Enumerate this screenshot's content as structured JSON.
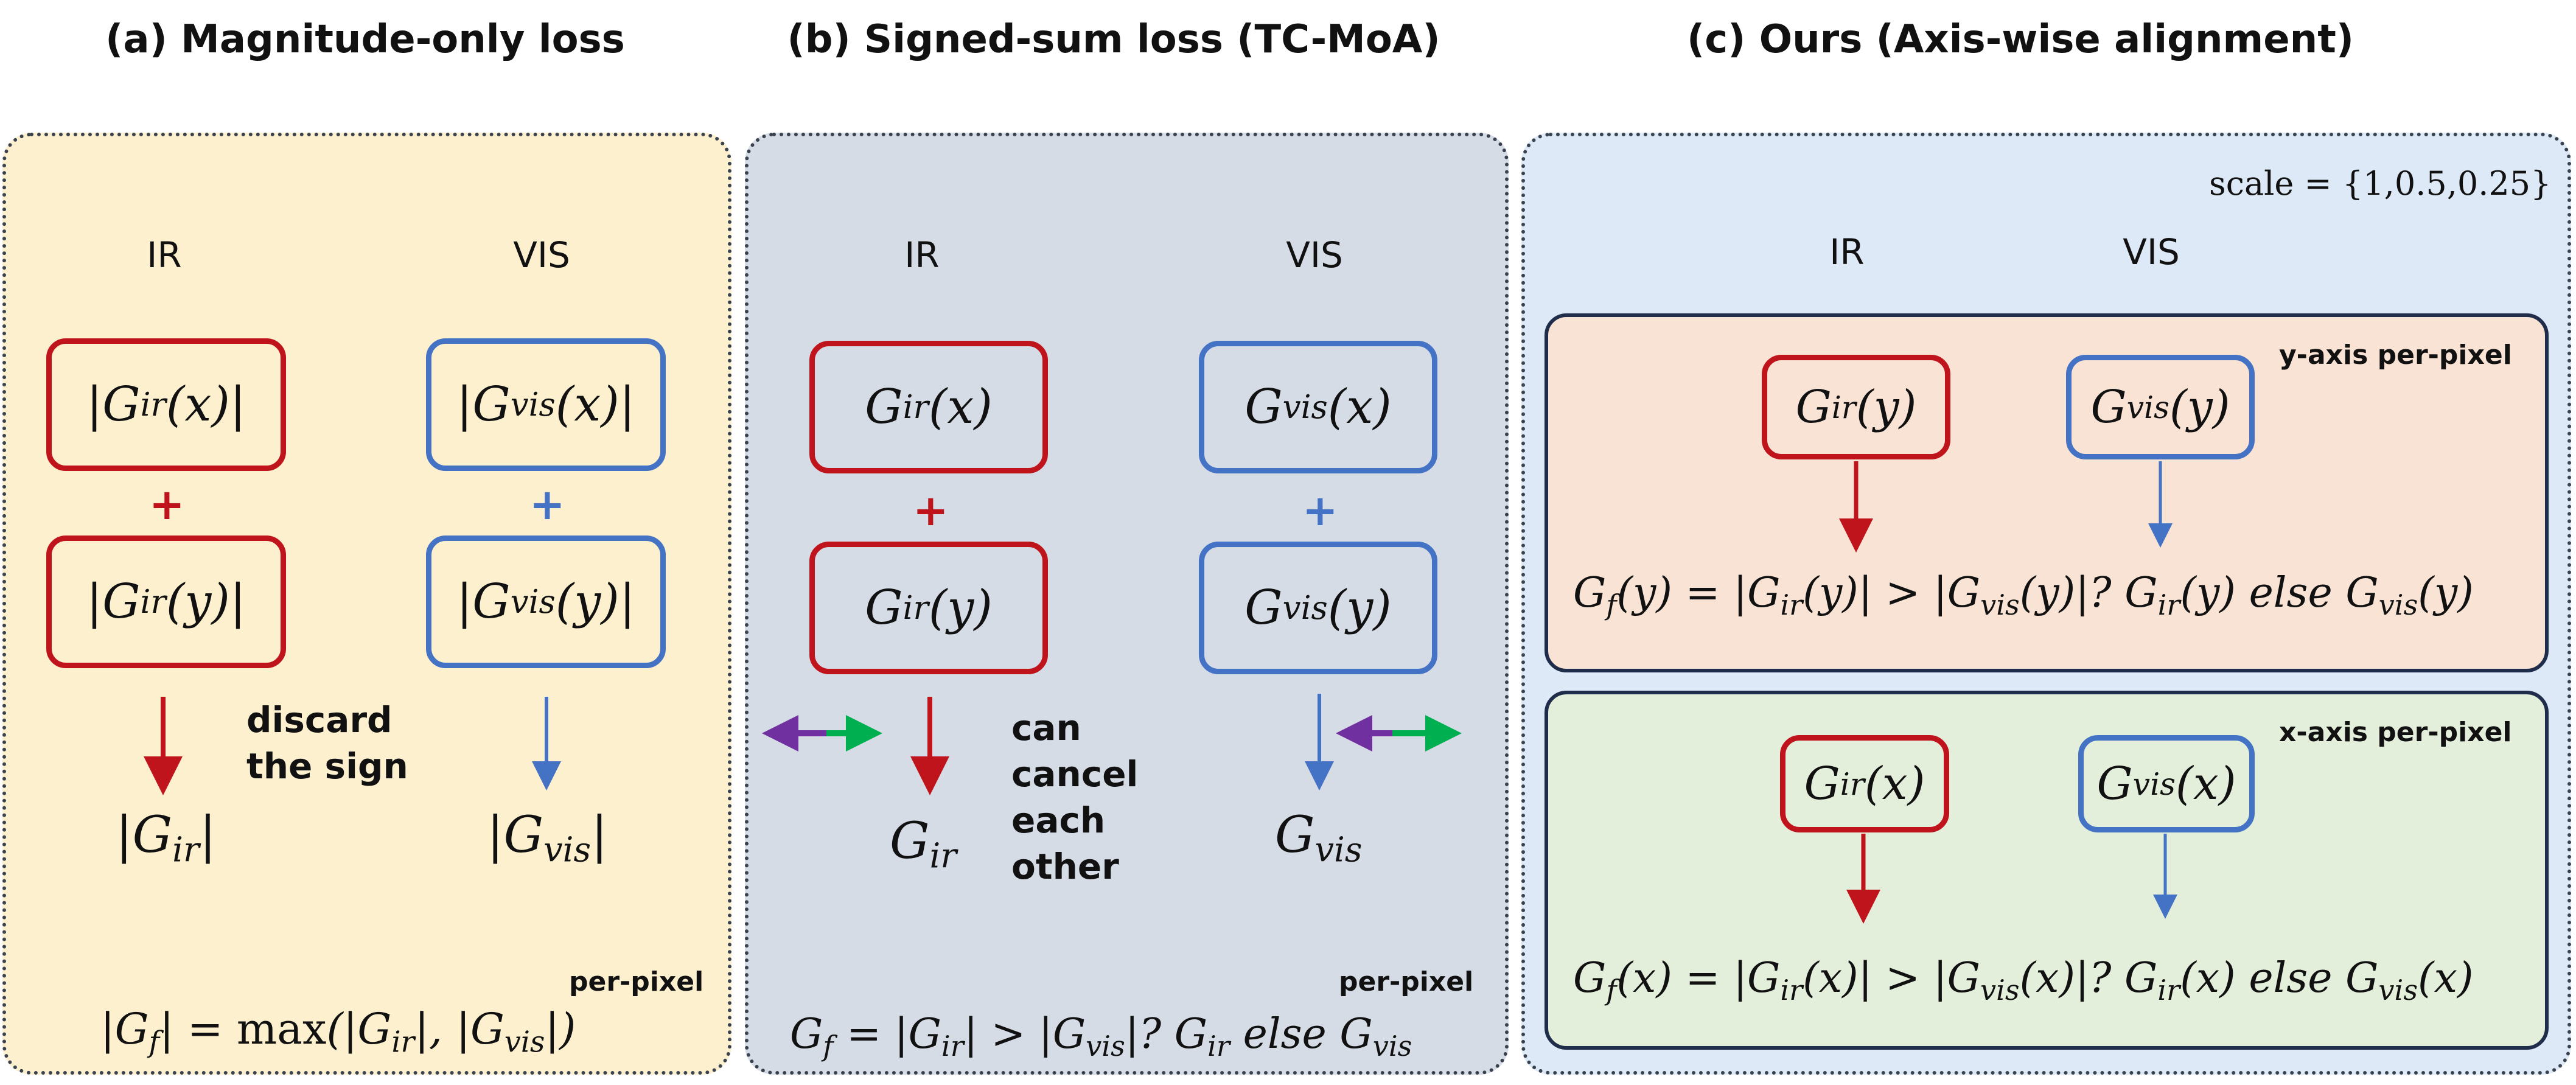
{
  "panel_a": {
    "title": "(a) Magnitude-only loss",
    "ir_label": "IR",
    "vis_label": "VIS",
    "box_ir_x": "|G_ir(x)|",
    "box_ir_y": "|G_ir(y)|",
    "box_vis_x": "|G_vis(x)|",
    "box_vis_y": "|G_vis(y)|",
    "plus": "+",
    "note": "discard the sign",
    "out_ir": "|G_ir|",
    "out_vis": "|G_vis|",
    "per_pixel": "per-pixel",
    "formula": "|G_f| = max(|G_ir|, |G_vis|)"
  },
  "panel_b": {
    "title": "(b) Signed-sum loss (TC-MoA)",
    "ir_label": "IR",
    "vis_label": "VIS",
    "box_ir_x": "G_ir(x)",
    "box_ir_y": "G_ir(y)",
    "box_vis_x": "G_vis(x)",
    "box_vis_y": "G_vis(y)",
    "plus": "+",
    "note": "can cancel each other",
    "out_ir": "G_ir",
    "out_vis": "G_vis",
    "per_pixel": "per-pixel",
    "formula": "G_f = |G_ir| > |G_vis|? G_ir else G_vis"
  },
  "panel_c": {
    "title": "(c) Ours (Axis-wise alignment)",
    "scale": "scale = {1,0.5,0.25}",
    "ir_label": "IR",
    "vis_label": "VIS",
    "y_tag": "y-axis per-pixel",
    "y_box_ir": "G_ir(y)",
    "y_box_vis": "G_vis(y)",
    "y_formula": "G_f(y) = |G_ir(y)| > |G_vis(y)|? G_ir(y) else G_vis(y)",
    "x_tag": "x-axis per-pixel",
    "x_box_ir": "G_ir(x)",
    "x_box_vis": "G_vis(x)",
    "x_formula": "G_f(x) = |G_ir(x)| > |G_vis(x)|? G_ir(x) else G_vis(x)"
  },
  "colors": {
    "ir": "#c0141c",
    "vis": "#4472c4",
    "panel_a_bg": "#fdf0cf",
    "panel_b_bg": "#d6dce6",
    "panel_c_bg": "#dde9f6",
    "y_bg": "#f9e3d5",
    "x_bg": "#e3efdb",
    "arrow_purple": "#7030a0",
    "arrow_green": "#00b050"
  }
}
